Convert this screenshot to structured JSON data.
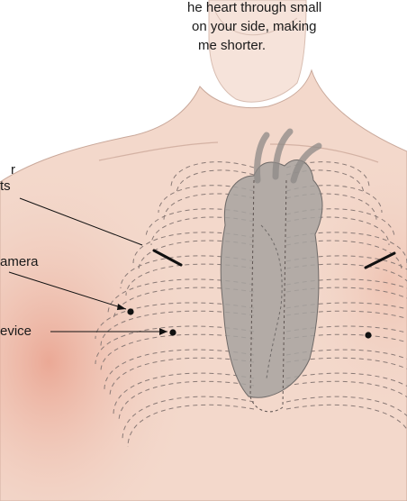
{
  "caption": {
    "lines": [
      "he heart through small",
      "on your side, making",
      "me shorter."
    ]
  },
  "labels": {
    "incisions": [
      "r",
      "ts"
    ],
    "camera": "amera",
    "device": "evice"
  },
  "colors": {
    "skin": "#f3d8cb",
    "skin_shadow": "#e8a58d",
    "outline": "#c9a89a",
    "rib_dash": "#8a7a76",
    "heart": "#a7a3a0",
    "heart_outline": "#6f6a68",
    "marker": "#111111"
  }
}
